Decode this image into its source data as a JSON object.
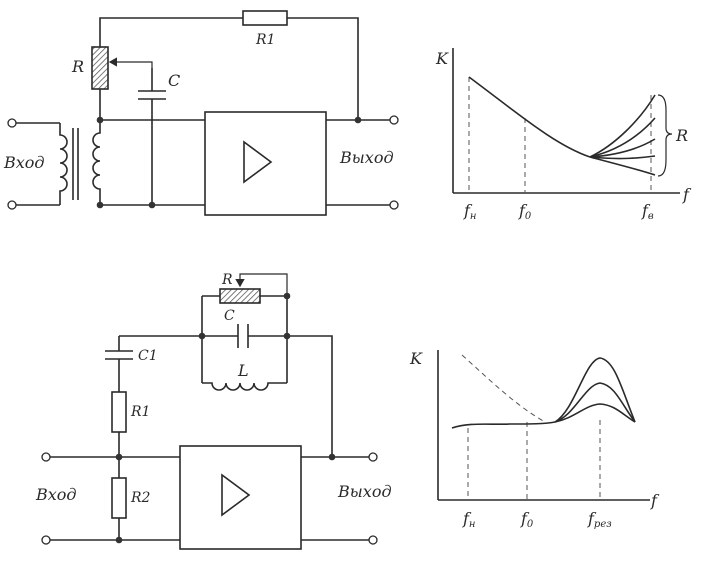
{
  "circuit_top": {
    "input_label": "Вход",
    "output_label": "Выход",
    "r_label": "R",
    "r1_label": "R1",
    "c_label": "C"
  },
  "graph_top": {
    "y_label": "K",
    "x_label": "f",
    "fn_main": "f",
    "fn_sub": "н",
    "fo_main": "f",
    "fo_sub": "0",
    "fv_main": "f",
    "fv_sub": "в",
    "brace_label": "R"
  },
  "circuit_bottom": {
    "input_label": "Вход",
    "output_label": "Выход",
    "r_label": "R",
    "c_label": "C",
    "c1_label": "C1",
    "l_label": "L",
    "r1_label": "R1",
    "r2_label": "R2"
  },
  "graph_bottom": {
    "y_label": "K",
    "x_label": "f",
    "fn_main": "f",
    "fn_sub": "н",
    "fo_main": "f",
    "fo_sub": "0",
    "fres_main": "f",
    "fres_sub": "рез"
  },
  "colors": {
    "ink": "#2a2a2a",
    "paper": "#ffffff",
    "hatch": "#444444"
  }
}
